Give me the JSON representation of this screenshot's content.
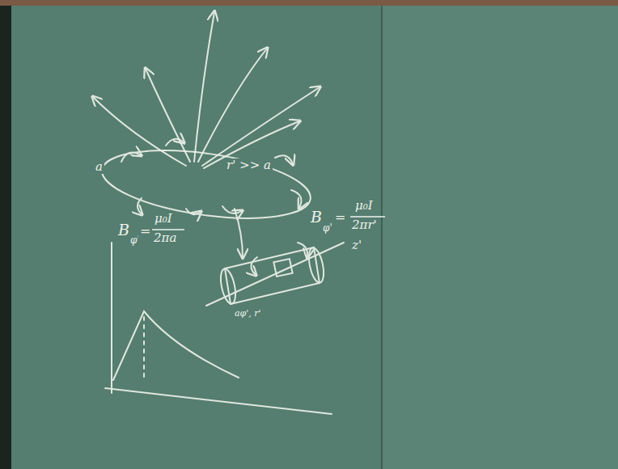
{
  "diagram": {
    "labels": [
      "r' >> a",
      "a",
      "B",
      "φ'",
      "=",
      "μ₀I",
      "2πa",
      "B",
      "φ'",
      "=",
      "μ₀I",
      "2πr'",
      "z'",
      "aφ', r'"
    ]
  }
}
